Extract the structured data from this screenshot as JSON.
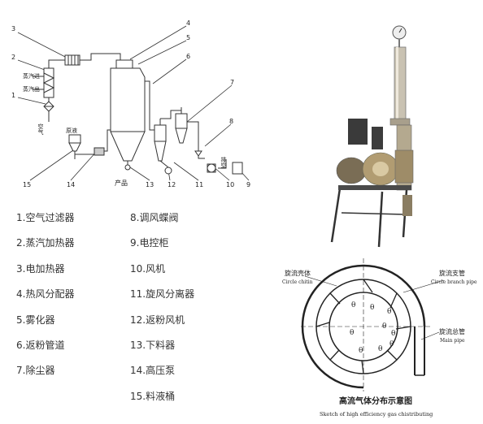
{
  "flow_diagram": {
    "callout_numbers": [
      "1",
      "2",
      "3",
      "4",
      "5",
      "6",
      "7",
      "8",
      "9",
      "10",
      "11",
      "12",
      "13",
      "14",
      "15"
    ],
    "labels": {
      "steam_in": "蒸汽进",
      "steam_out": "蒸汽出",
      "air": "空气",
      "raw_liquid": "原液",
      "product": "产品",
      "exhaust": "排空"
    }
  },
  "legend": {
    "left": [
      "1.空气过滤器",
      "2.蒸汽加热器",
      "3.电加热器",
      "4.热风分配器",
      "5.雾化器",
      "6.返粉管道",
      "7.除尘器"
    ],
    "right": [
      "8.调风蝶阀",
      "9.电控柜",
      "10.风机",
      "11.旋风分离器",
      "12.返粉风机",
      "13.下料器",
      "14.高压泵",
      "15.料液桶"
    ]
  },
  "distribution_diagram": {
    "label_shell_cn": "旋流壳体",
    "label_shell_en": "Circle chitin",
    "label_branch_cn": "旋流支管",
    "label_branch_en": "Circle branch pipe",
    "label_main_cn": "旋流总管",
    "label_main_en": "Main pipe",
    "theta": "θ",
    "caption_cn": "高流气体分布示意图",
    "caption_en": "Sketch of high efficiency gas chistributing"
  }
}
